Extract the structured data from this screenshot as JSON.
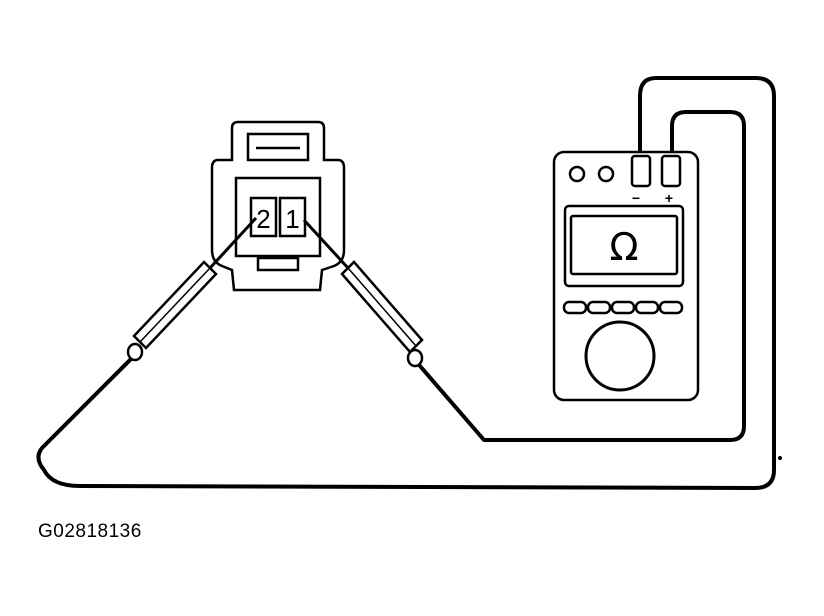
{
  "figure_id": "G02818136",
  "connector": {
    "pin_2_label": "2",
    "pin_1_label": "1"
  },
  "meter": {
    "mode_symbol": "Ω",
    "negative_label": "−",
    "positive_label": "+",
    "icons": {
      "mode": "ohm-symbol",
      "dial": "rotary-dial",
      "jacks": "test-lead-jacks"
    }
  },
  "colors": {
    "line": "#000000",
    "background": "#ffffff"
  }
}
